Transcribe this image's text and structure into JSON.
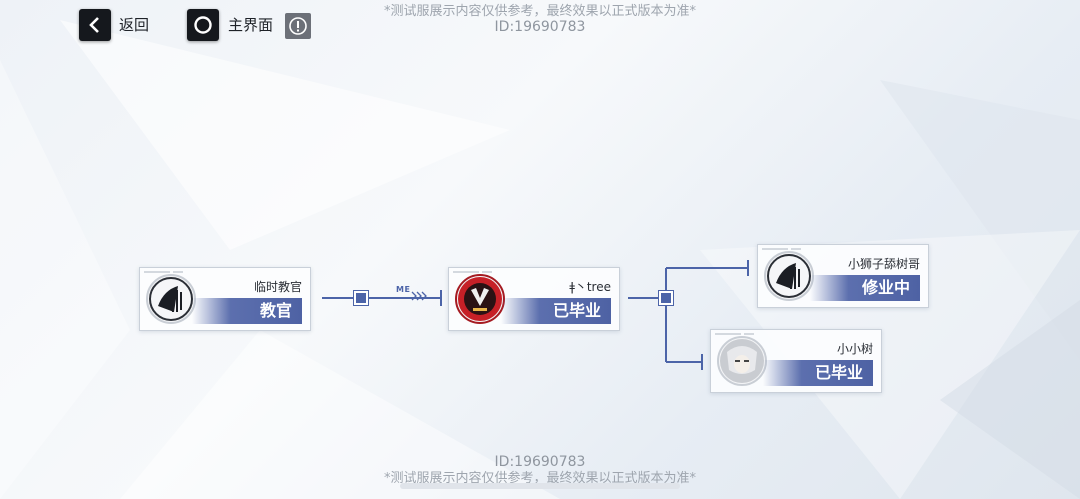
{
  "topbar": {
    "back_label": "返回",
    "home_label": "主界面"
  },
  "watermark": {
    "notice": "*测试服展示内容仅供参考，最终效果以正式版本为准*",
    "id_text": "ID:19690783"
  },
  "tree": {
    "me_tag": "ME",
    "cards": [
      {
        "nickname": "临时教官",
        "rank": "教官"
      },
      {
        "nickname": "ǂ丶tree",
        "rank": "已毕业"
      },
      {
        "nickname": "小狮子舔树哥",
        "rank": "修业中"
      },
      {
        "nickname": "小小树",
        "rank": "已毕业"
      }
    ]
  },
  "colors": {
    "accent": "#4c64a8",
    "button_dark": "#15181d",
    "info_gray": "#6c7078"
  },
  "icons": {
    "back": "chevron-left-icon",
    "home": "circle-icon",
    "info": "exclamation-icon"
  }
}
